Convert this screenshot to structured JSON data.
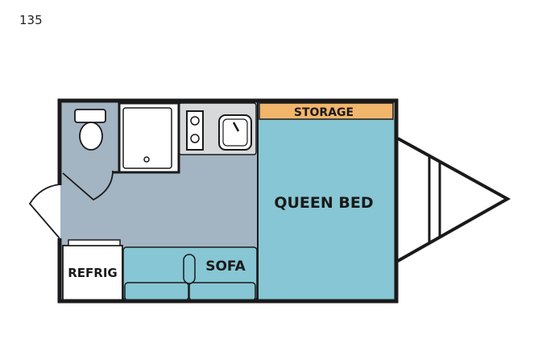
{
  "model": "135",
  "rooms": {
    "storage": "STORAGE",
    "queen_bed": "QUEEN BED",
    "refrig": "REFRIG",
    "sofa": "SOFA"
  },
  "colors": {
    "floor": "#a3b4c3",
    "bed": "#87c6d4",
    "storage": "#f2b56c",
    "counter": "#d6d8da",
    "wall": "#1a1a1a"
  }
}
